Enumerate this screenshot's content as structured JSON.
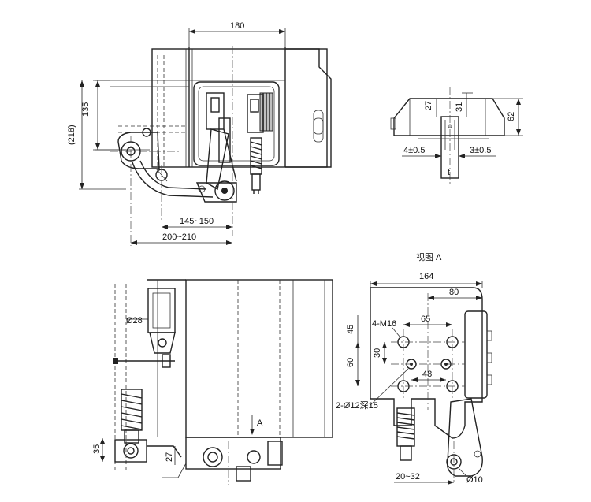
{
  "dimensions": {
    "width_180": "180",
    "height_135": "135",
    "height_218": "(218)",
    "range_145_150": "145~150",
    "range_200_210": "200~210",
    "side_27": "27",
    "side_31": "31",
    "side_62": "62",
    "tol_4": "4±0.5",
    "tol_3": "3±0.5",
    "gap_t": "t",
    "bottom_28": "28",
    "bottom_35": "35",
    "bottom_27": "27",
    "arrow_a": "A",
    "view_164": "164",
    "view_80": "80",
    "view_65": "65",
    "view_45": "45",
    "view_60": "60",
    "view_30": "30",
    "view_48": "48",
    "view_range": "20~32"
  },
  "labels": {
    "view_a_title": "视图 A",
    "thread_label": "4-M16",
    "hole_label": "2-Ø12深15",
    "pin_label": "Ø10",
    "dia_28": "Ø28"
  }
}
